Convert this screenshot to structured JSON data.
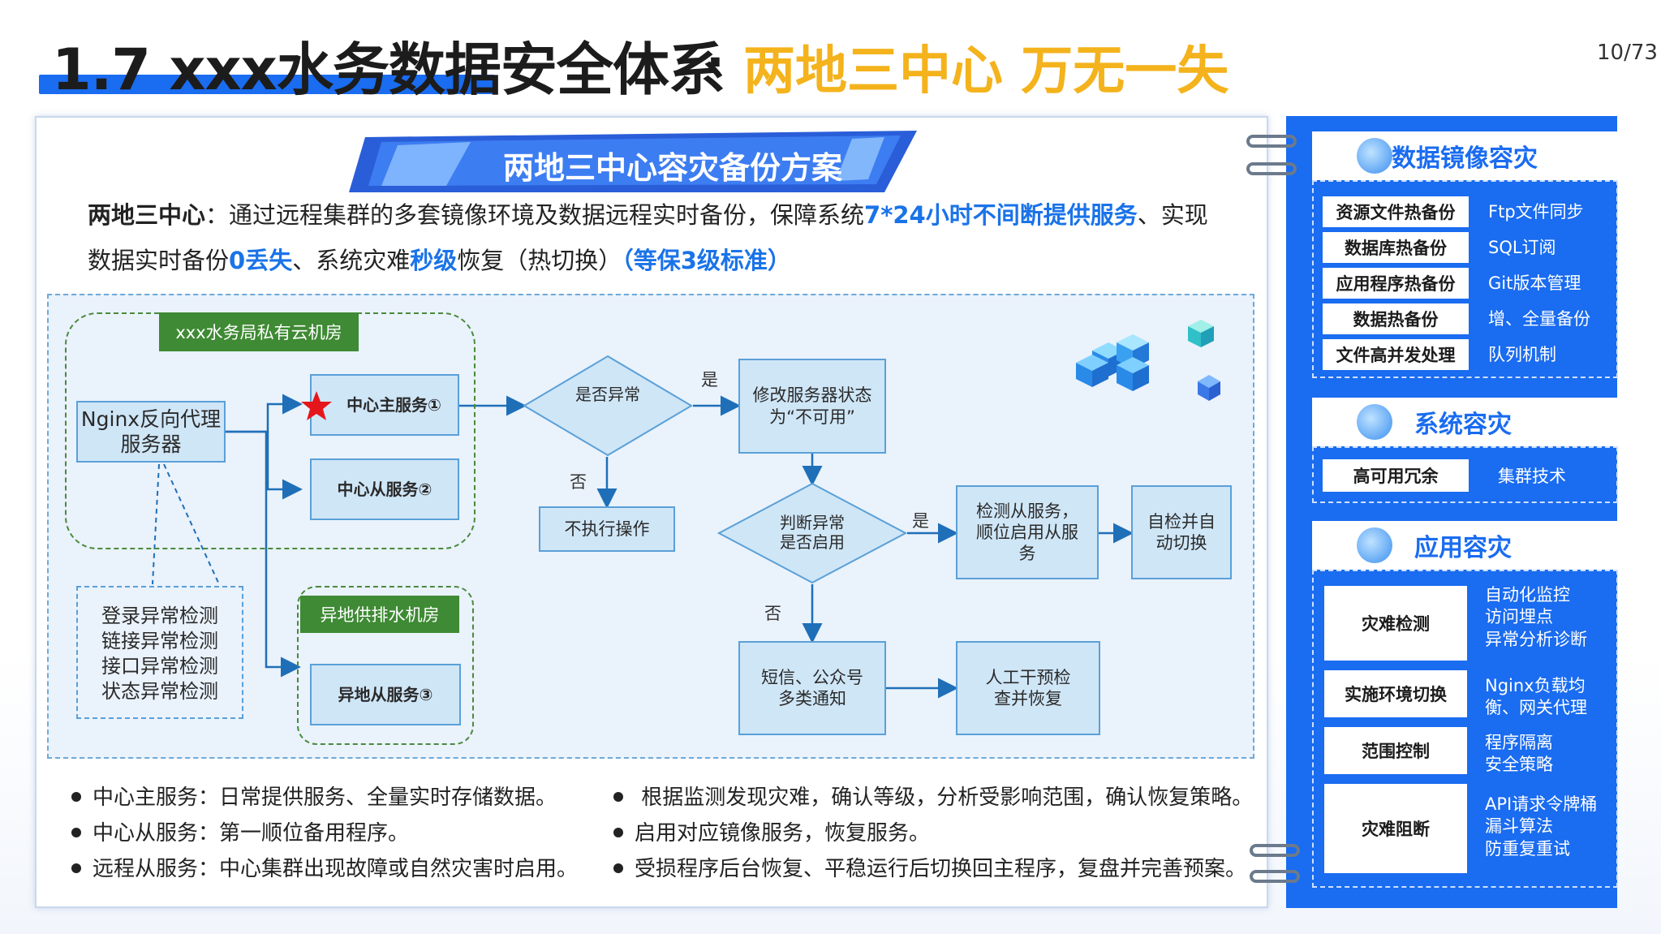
{
  "header": {
    "title_main": "1.7 xxx水务数据安全体系",
    "title_sep": "·",
    "title_sub": "两地三中心  万无一失",
    "page": "10/73"
  },
  "banner": {
    "title": "两地三中心容灾备份方案"
  },
  "intro": {
    "line1_bold": "两地三中心",
    "line1_text": "：通过远程集群的多套镜像环境及数据远程实时备份，保障系统",
    "line1_hl": "7*24小时不间断提供服务",
    "line1_tail": "、实现",
    "line2_text": "数据实时备份",
    "line2_hl1": "0丢失",
    "line2_mid": "、系统灾难",
    "line2_hl2": "秒级",
    "line2_tail": "恢复（热切换）",
    "line2_hl3": "（等保3级标准）"
  },
  "flow": {
    "private_room": "xxx水务局私有云机房",
    "remote_room": "异地供排水机房",
    "nginx": "Nginx反向代理服务器",
    "main_service": "中心主服务①",
    "sub_service": "中心从服务②",
    "remote_service": "异地从服务③",
    "checks": [
      "登录异常检测",
      "链接异常检测",
      "接口异常检测",
      "状态异常检测"
    ],
    "decision1": "是否异常",
    "no_action": "不执行操作",
    "modify_state": "修改服务器状态为“不可用”",
    "decision2": "判断异常是否启用",
    "detect_slave": "检测从服务，顺位启用从服务",
    "auto_switch": "自检并自动切换",
    "notify": "短信、公众号多类通知",
    "manual": "人工干预检查并恢复",
    "yes": "是",
    "no": "否"
  },
  "bullets_left": [
    "中心主服务：日常提供服务、全量实时存储数据。",
    "中心从服务：第一顺位备用程序。",
    "远程从服务：中心集群出现故障或自然灾害时启用。"
  ],
  "bullets_right": [
    " 根据监测发现灾难，确认等级，分析受影响范围，确认恢复策略。",
    "启用对应镜像服务，恢复服务。",
    "受损程序后台恢复、平稳运行后切换回主程序，复盘并完善预案。"
  ],
  "right_panel": {
    "mirror": {
      "title": "数据镜像容灾",
      "rows": [
        {
          "label": "资源文件热备份",
          "value": "Ftp文件同步"
        },
        {
          "label": "数据库热备份",
          "value": "SQL订阅"
        },
        {
          "label": "应用程序热备份",
          "value": "Git版本管理"
        },
        {
          "label": "数据热备份",
          "value": "增、全量备份"
        },
        {
          "label": "文件高并发处理",
          "value": "队列机制"
        }
      ]
    },
    "system": {
      "title": "系统容灾",
      "rows": [
        {
          "label": "高可用冗余",
          "value": "集群技术"
        }
      ]
    },
    "app": {
      "title": "应用容灾",
      "rows": [
        {
          "label": "灾难检测",
          "value": [
            "自动化监控",
            "访问埋点",
            "异常分析诊断"
          ]
        },
        {
          "label": "实施环境切换",
          "value": [
            "Nginx负载均",
            "衡、网关代理"
          ]
        },
        {
          "label": "范围控制",
          "value": [
            "程序隔离",
            "安全策略"
          ]
        },
        {
          "label": "灾难阻断",
          "value": [
            "API请求令牌桶",
            "漏斗算法",
            "防重复重试"
          ]
        }
      ]
    }
  },
  "colors": {
    "accent_blue": "#1a6cf0",
    "accent_yellow": "#f4b31c",
    "green": "#3f8a34"
  }
}
